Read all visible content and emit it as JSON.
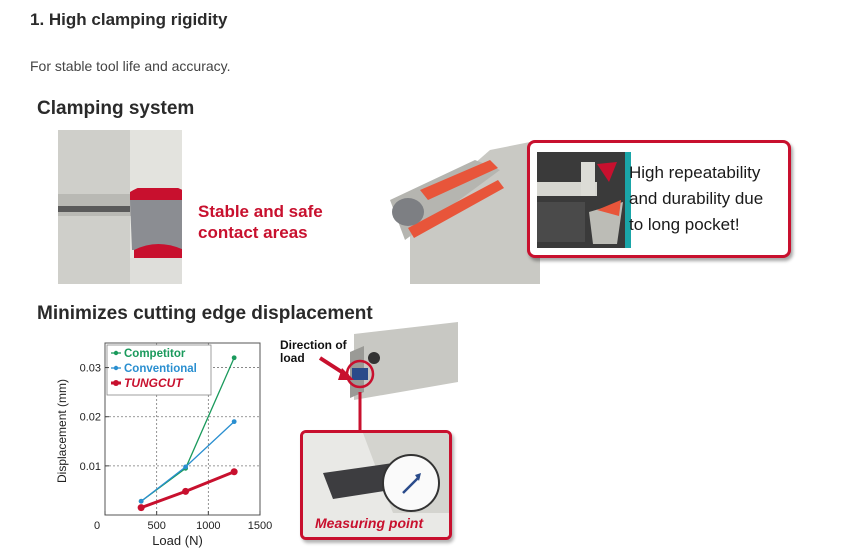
{
  "heading": "1. High clamping rigidity",
  "subtitle": "For stable tool life and accuracy.",
  "clamping": {
    "title": "Clamping system",
    "callout_line1": "Stable and safe",
    "callout_line2": "contact areas",
    "info_line1": "High repeatability",
    "info_line2": "and durability due",
    "info_line3": "to long pocket!"
  },
  "displacement": {
    "title": "Minimizes cutting edge displacement",
    "direction_line1": "Direction of",
    "direction_line2": "load",
    "measuring_label": "Measuring point"
  },
  "colors": {
    "accent_red": "#c8102e",
    "teal": "#1aa5a8"
  },
  "chart_data": {
    "type": "line",
    "xlabel": "Load (N)",
    "ylabel": "Displacement (mm)",
    "xlim": [
      0,
      1500
    ],
    "ylim": [
      0,
      0.035
    ],
    "x_ticks": [
      0,
      500,
      1000,
      1500
    ],
    "y_ticks": [
      0.01,
      0.02,
      0.03
    ],
    "x_tick_labels": [
      "0",
      "500",
      "1000",
      "1500"
    ],
    "y_tick_labels": [
      "0.01",
      "0.02",
      "0.03"
    ],
    "grid": true,
    "legend_position": "top-left",
    "series": [
      {
        "name": "Competitor",
        "color": "#1a9a5c",
        "x": [
          350,
          780,
          1250
        ],
        "y": [
          0.0028,
          0.0095,
          0.032
        ]
      },
      {
        "name": "Conventional",
        "color": "#2a8fd0",
        "x": [
          350,
          780,
          1250
        ],
        "y": [
          0.0028,
          0.0098,
          0.019
        ]
      },
      {
        "name": "TUNGCUT",
        "color": "#c8102e",
        "x": [
          350,
          780,
          1250
        ],
        "y": [
          0.0015,
          0.0048,
          0.0088
        ]
      }
    ]
  }
}
